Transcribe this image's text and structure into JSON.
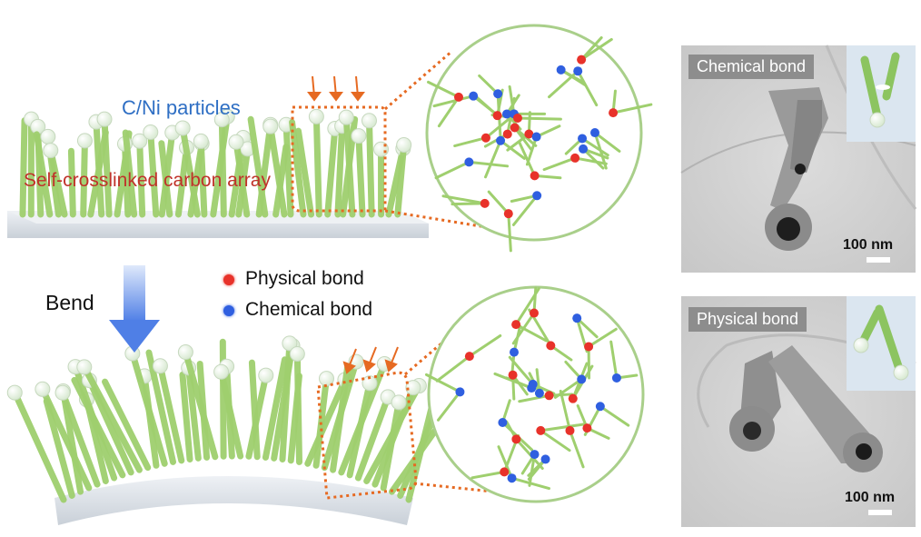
{
  "labels": {
    "particles": "C/Ni particles",
    "array": "Self-crosslinked carbon array",
    "bend": "Bend",
    "legend_physical": "Physical bond",
    "legend_chemical": "Chemical bond"
  },
  "tem": {
    "top": {
      "tag": "Chemical bond",
      "scale": "100 nm"
    },
    "bottom": {
      "tag": "Physical bond",
      "scale": "100 nm"
    }
  },
  "colors": {
    "physical_bond": "#e8322a",
    "chemical_bond": "#2f5fe0",
    "fiber": "#9fcf6e",
    "highlight": "#e66a22",
    "substrate": "#dde3ea"
  }
}
